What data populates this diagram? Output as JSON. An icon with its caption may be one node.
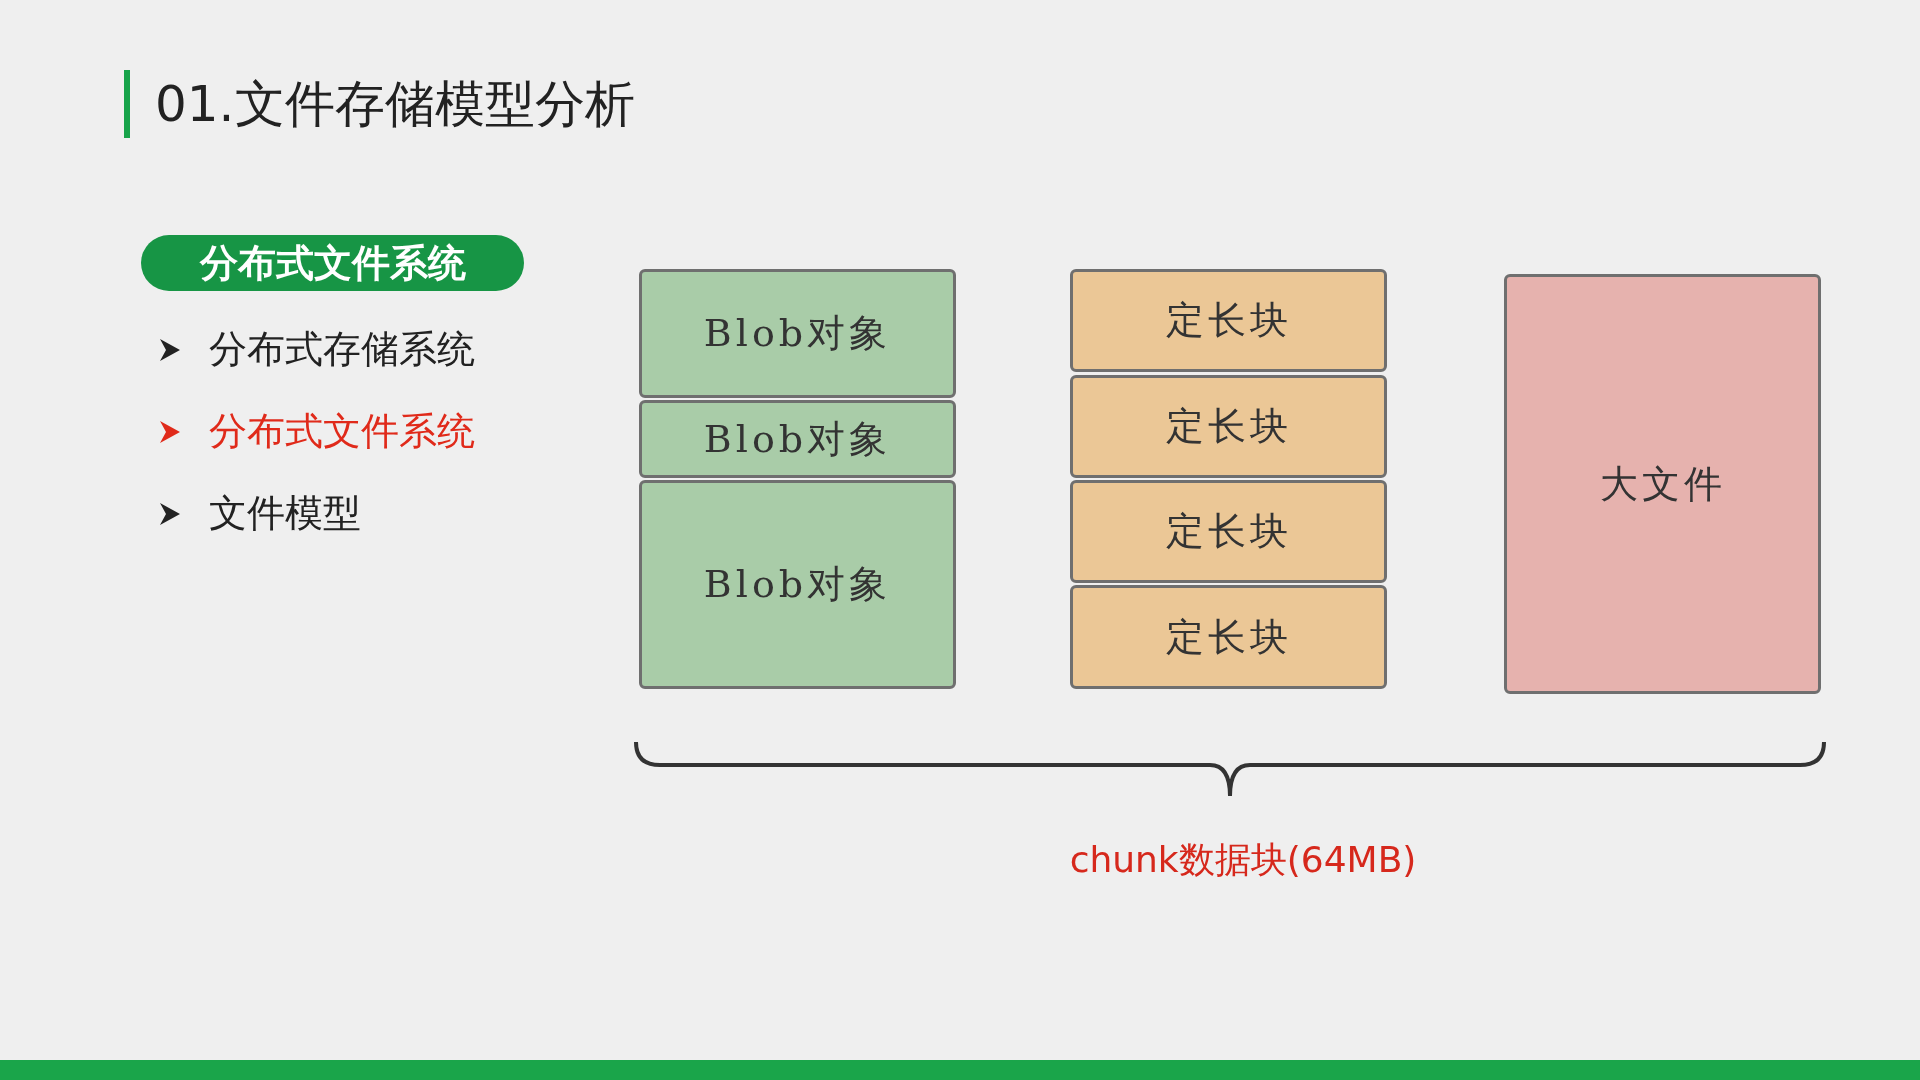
{
  "diagram": {
    "title": "01.文件存储模型分析",
    "nodes": [
      {
        "text": [
          "Blob对象"
        ]
      },
      {
        "text": [
          "Blob对象"
        ]
      },
      {
        "text": [
          "Blob对象"
        ]
      },
      {
        "text": [
          "定长块"
        ]
      },
      {
        "text": [
          "定长块"
        ]
      },
      {
        "text": [
          "定长块"
        ]
      },
      {
        "text": [
          "定长块"
        ]
      },
      {
        "text": [
          "大文件"
        ]
      }
    ],
    "edges": [],
    "labels": [
      "分布式文件系统",
      "分布式存储系统",
      "分布式文件系统",
      "文件模型",
      "chunk数据块(64MB)"
    ]
  }
}
